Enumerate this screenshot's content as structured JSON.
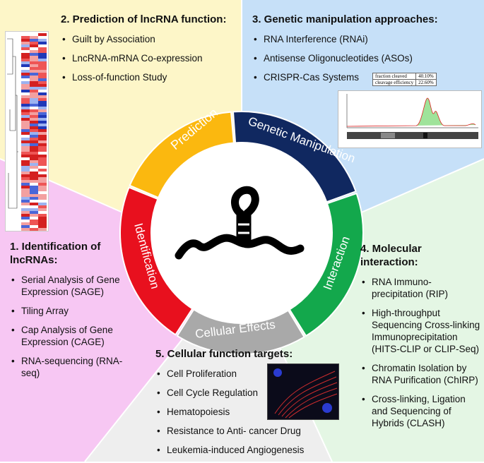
{
  "colors": {
    "identification_panel": "#f7c7f3",
    "prediction_panel": "#fdf6c8",
    "genetic_panel": "#c6e0f8",
    "interaction_panel": "#e4f6e4",
    "cellular_panel": "#eeeeee",
    "ring_identification": "#e8101e",
    "ring_prediction": "#fbb80f",
    "ring_genetic": "#102860",
    "ring_interaction": "#13a84c",
    "ring_cellular": "#a9a9a9"
  },
  "ring": {
    "prediction": "Prediction",
    "genetic": "Genetic Manipulation",
    "interaction": "Interaction",
    "cellular": "Cellular Effects",
    "identification": "Identification"
  },
  "panels": {
    "identification": {
      "title": "1.  Identification of lncRNAs:",
      "items": [
        "Serial Analysis of Gene Expression (SAGE)",
        "Tiling Array",
        "Cap Analysis of Gene Expression (CAGE)",
        "RNA-sequencing (RNA-seq)"
      ]
    },
    "prediction": {
      "title": "2.  Prediction of lncRNA function:",
      "items": [
        "Guilt by Association",
        "LncRNA-mRNA Co-expression",
        "Loss-of-function Study"
      ]
    },
    "genetic": {
      "title": "3.  Genetic manipulation approaches:",
      "items": [
        "RNA Interference (RNAi)",
        "Antisense Oligonucleotides (ASOs)",
        "CRISPR-Cas Systems"
      ]
    },
    "interaction": {
      "title": "4.  Molecular interaction:",
      "items": [
        "RNA Immuno-precipitation (RIP)",
        "High-throughput Sequencing Cross-linking Immunoprecipitation (HITS-CLIP or CLIP-Seq)",
        "Chromatin Isolation by RNA Purification (ChIRP)",
        "Cross-linking, Ligation and Sequencing of Hybrids (CLASH)"
      ]
    },
    "cellular": {
      "title": "5.  Cellular function targets:",
      "items": [
        "Cell Proliferation",
        "Cell Cycle Regulation",
        "Hematopoiesis",
        "Resistance to Anti- cancer Drug",
        "Leukemia-induced Angiogenesis"
      ]
    }
  },
  "inset": {
    "fraction_label": "fraction cleaved",
    "fraction_value": "40.10%",
    "efficiency_label": "cleavage efficiency",
    "efficiency_value": "22.60%"
  }
}
